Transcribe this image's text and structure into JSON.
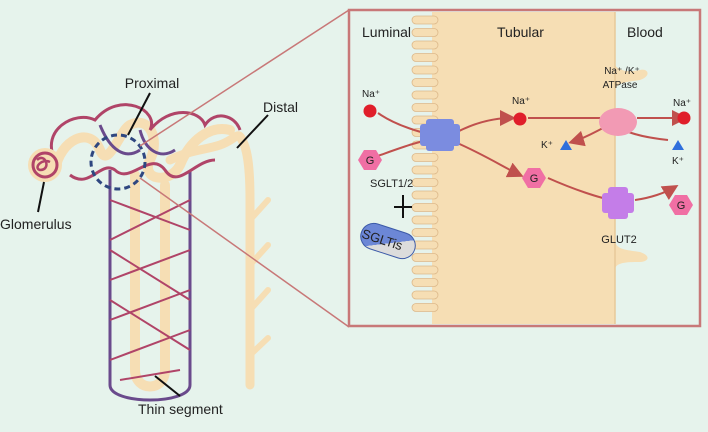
{
  "nephron": {
    "proximal": "Proximal",
    "distal": "Distal",
    "glomerulus": "Glomerulus",
    "thin_segment": "Thin segment"
  },
  "zones": {
    "luminal": "Luminal",
    "tubular": "Tubular",
    "blood": "Blood"
  },
  "transport": {
    "na_left": "Na⁺",
    "na_mid": "Na⁺",
    "na_right": "Na⁺",
    "k_left": "K⁺",
    "k_right": "K⁺",
    "atpase_line1": "Na⁺ /K⁺",
    "atpase_line2": "ATPase",
    "sglt": "SGLT1/2",
    "glut2": "GLUT2",
    "glucose_left": "G",
    "glucose_mid": "G",
    "glucose_right": "G",
    "drug": "SGLTis"
  },
  "colors": {
    "background": "#e6f3ec",
    "panel_border": "#c87878",
    "tubule": "#f6deb4",
    "vessel": "#b04468",
    "vein": "#6a4a8c",
    "arrow": "#c0504d",
    "sodium": "#e01e2a",
    "potassium": "#2f6fdc",
    "glucose": "#f06fa4",
    "sglt_transporter": "#7b8ce0",
    "glut2_transporter": "#c47de8",
    "atpase": "#f29ab4",
    "drug_capsule": "#5a78c8"
  }
}
